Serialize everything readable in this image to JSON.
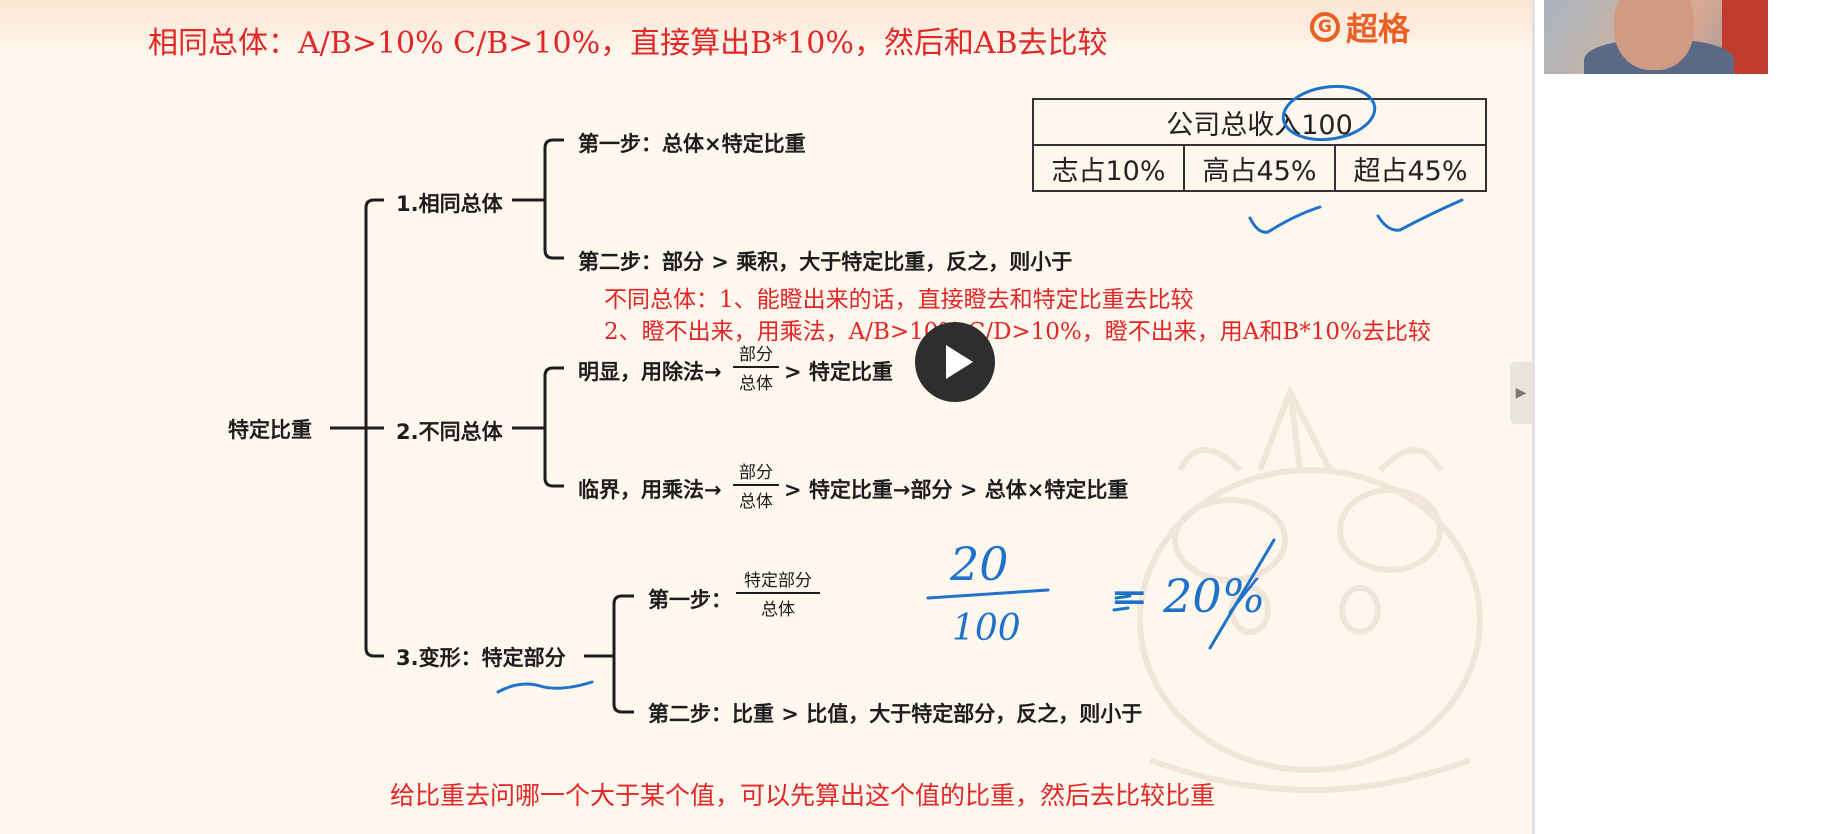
{
  "slide": {
    "header_note": "相同总体：A/B>10%    C/B>10%，直接算出B*10%，然后和AB去比较",
    "logo_text": "超格",
    "logo_mark": "G",
    "table": {
      "header": "公司总收入100",
      "cells": [
        "志占10%",
        "高占45%",
        "超占45%"
      ]
    },
    "tree": {
      "root": "特定比重",
      "b1": {
        "label": "1.相同总体",
        "step1": "第一步：总体×特定比重",
        "step2": "第二步：部分 > 乘积，大于特定比重，反之，则小于"
      },
      "note_line1": "不同总体：1、能瞪出来的话，直接瞪去和特定比重去比较",
      "note_line2": "2、瞪不出来，用乘法，A/B>10%,C/D>10%，瞪不出来，用A和B*10%去比较",
      "b2": {
        "label": "2.不同总体",
        "obvious_prefix": "明显，用除法→",
        "critical_prefix": "临界，用乘法→",
        "frac_num": "部分",
        "frac_den": "总体",
        "obvious_suffix": "> 特定比重",
        "critical_suffix": "> 特定比重→部分 > 总体×特定比重"
      },
      "b3": {
        "label": "3.变形：特定部分",
        "step1_prefix": "第一步：",
        "frac_num": "特定部分",
        "frac_den": "总体",
        "step2": "第二步：比重 > 比值，大于特定部分，反之，则小于"
      }
    },
    "footer_note": "给比重去问哪一个大于某个值，可以先算出这个值的比重，然后去比较比重",
    "handwriting": {
      "numerator": "20",
      "denominator": "100",
      "result": "= 20%"
    }
  },
  "colors": {
    "annotation_red": "#e32626",
    "ink_blue": "#1e73c9",
    "brand_orange": "#ea5f24"
  },
  "player": {
    "play_icon": "play-icon",
    "side_toggle_icon": "chevron-right-icon"
  }
}
